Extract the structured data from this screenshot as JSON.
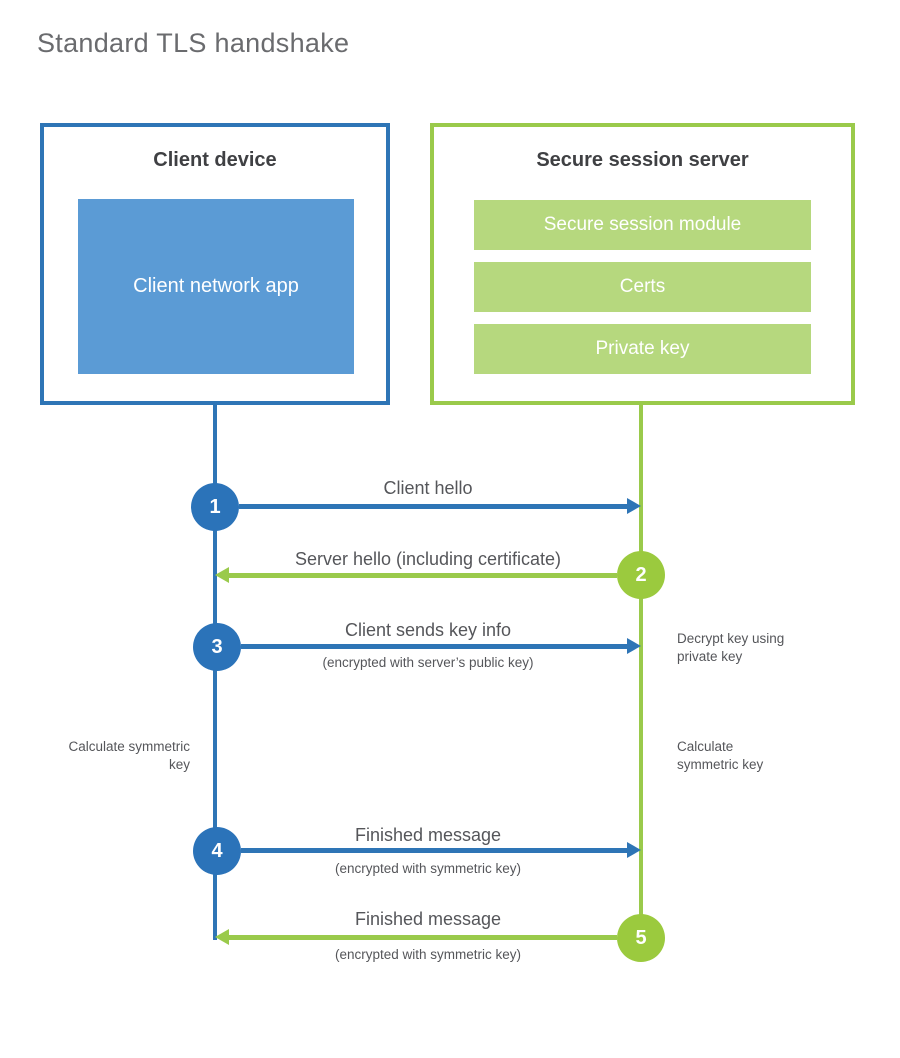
{
  "title": "Standard TLS handshake",
  "colors": {
    "blue_border": "#2e75b6",
    "blue_fill": "#5b9bd5",
    "green_border": "#9aca4b",
    "green_fill": "#b6d87e",
    "text_dark": "#3f4043",
    "text_gray": "#55565a"
  },
  "client": {
    "title": "Client device",
    "app_label": "Client network app"
  },
  "server": {
    "title": "Secure session server",
    "modules": [
      "Secure session module",
      "Certs",
      "Private key"
    ]
  },
  "messages": [
    {
      "num": "1",
      "label": "Client hello"
    },
    {
      "num": "2",
      "label": "Server hello (including certificate)"
    },
    {
      "num": "3",
      "label": "Client sends key info",
      "sub": "(encrypted with server’s public key)"
    },
    {
      "num": "4",
      "label": "Finished message",
      "sub": "(encrypted with symmetric key)"
    },
    {
      "num": "5",
      "label": "Finished message",
      "sub": "(encrypted with symmetric key)"
    }
  ],
  "notes": {
    "decrypt": "Decrypt key using private key",
    "calculate_left": "Calculate symmetric key",
    "calculate_right": "Calculate symmetric key"
  }
}
